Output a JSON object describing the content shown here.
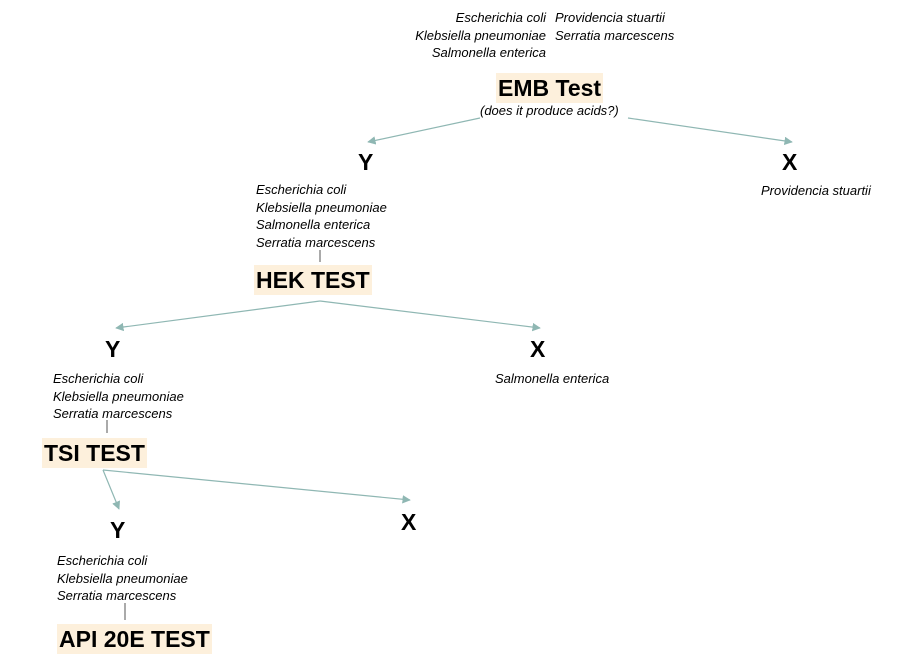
{
  "top": {
    "left_species": [
      "Escherichia coli",
      "Klebsiella pneumoniae",
      "Salmonella enterica"
    ],
    "right_species": [
      "Providencia stuartii",
      "Serratia marcescens"
    ]
  },
  "emb": {
    "title": "EMB Test",
    "question": "(does it produce acids?)",
    "yes": "Y",
    "no": "X",
    "no_species": "Providencia stuartii"
  },
  "hek_block": {
    "species": [
      "Escherichia coli",
      "Klebsiella pneumoniae",
      "Salmonella enterica",
      "Serratia marcescens"
    ],
    "title": "HEK TEST",
    "yes": "Y",
    "no": "X",
    "no_species": "Salmonella enterica"
  },
  "tsi_block": {
    "species": [
      "Escherichia coli",
      "Klebsiella pneumoniae",
      "Serratia marcescens"
    ],
    "title": "TSI TEST",
    "yes": "Y",
    "no": "X"
  },
  "api_block": {
    "species": [
      "Escherichia coli",
      "Klebsiella pneumoniae",
      "Serratia marcescens"
    ],
    "title": "API 20E TEST"
  },
  "colors": {
    "arrow": "#8fb7b3",
    "highlight": "#fdf0dc",
    "connector": "#555555"
  }
}
